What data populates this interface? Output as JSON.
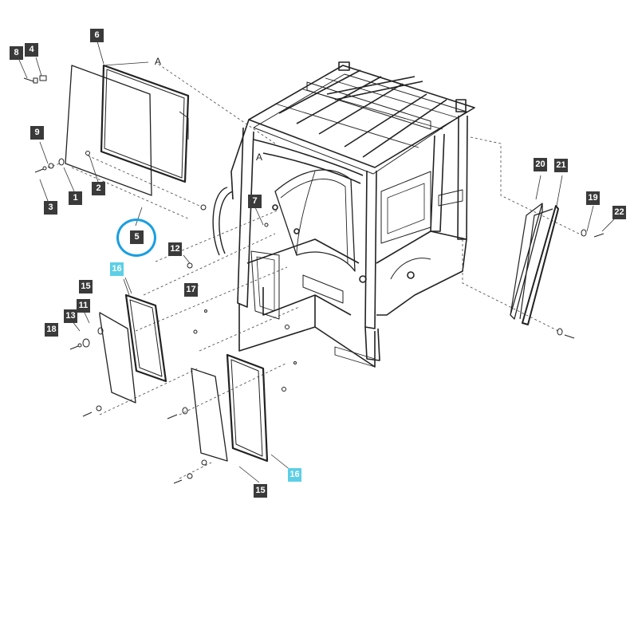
{
  "callouts": {
    "c1": "1",
    "c2": "2",
    "c3": "3",
    "c4": "4",
    "c5": "5",
    "c6": "6",
    "c7": "7",
    "c8": "8",
    "c9": "9",
    "c11": "11",
    "c12": "12",
    "c13": "13",
    "c15a": "15",
    "c15b": "15",
    "c16a": "16",
    "c16b": "16",
    "c17": "17",
    "c18": "18",
    "c19": "19",
    "c20": "20",
    "c21": "21",
    "c22": "22"
  },
  "letters": {
    "a_top": "A",
    "a_frame": "A"
  },
  "highlight": {
    "selected_callout": "5",
    "ring_color": "#1a9fe0",
    "badge_color": "#5ccfe6"
  }
}
